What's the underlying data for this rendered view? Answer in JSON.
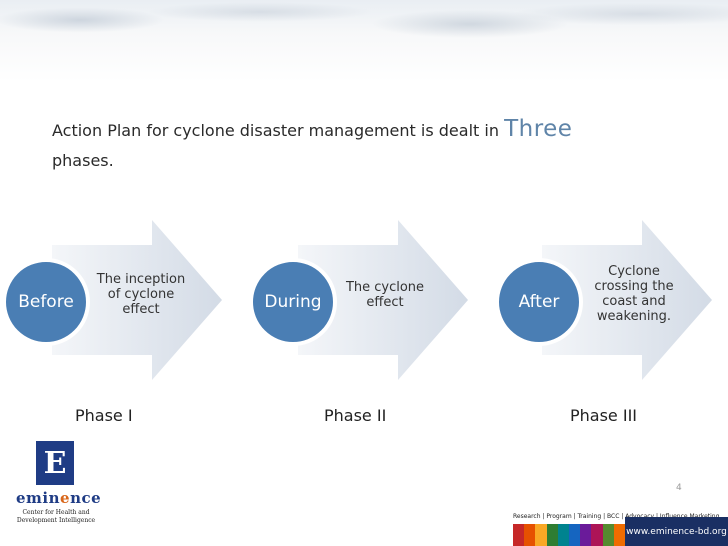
{
  "headline": {
    "text_before": "Action Plan for cyclone disaster management is dealt in",
    "highlight": "Three",
    "text_after": "phases."
  },
  "phases": [
    {
      "circle_label": "Before",
      "arrow_text": "The inception of cyclone effect",
      "phase_label": "Phase I"
    },
    {
      "circle_label": "During",
      "arrow_text": "The cyclone effect",
      "phase_label": "Phase II"
    },
    {
      "circle_label": "After",
      "arrow_text": "Cyclone crossing the coast and weakening.",
      "phase_label": "Phase III"
    }
  ],
  "logo": {
    "letter": "E",
    "word_pre": "emin",
    "word_highlight": "e",
    "word_post": "nce",
    "subtitle": "Center for Health and Development Intelligence"
  },
  "footer": {
    "tagline": "Research | Program | Training | BCC | Advocacy | Influence Marketing",
    "url": "www.eminence-bd.org",
    "page_number": "4"
  },
  "colors": {
    "accent": "#4a7eb4",
    "headline_highlight": "#5f84a8",
    "stripe_colors": [
      "#c62828",
      "#e65100",
      "#f9a825",
      "#2e7d32",
      "#00838f",
      "#1565c0",
      "#6a1b9a",
      "#ad1457",
      "#558b2f",
      "#ef6c00"
    ]
  },
  "icons": {
    "logo": "eminence-logo"
  }
}
